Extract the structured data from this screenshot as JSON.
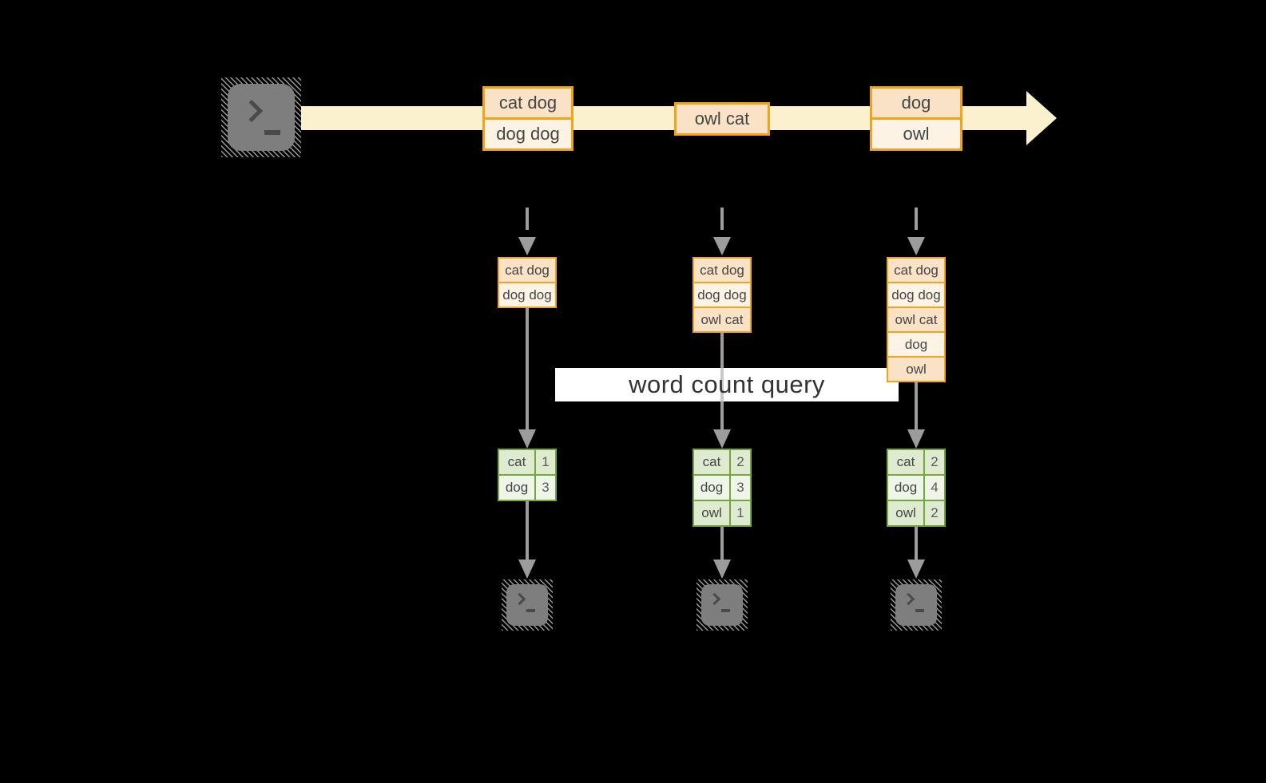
{
  "stream": {
    "source_icon": "terminal-icon",
    "events": [
      {
        "rows": [
          "cat dog",
          "dog dog"
        ]
      },
      {
        "rows": [
          "owl cat"
        ]
      },
      {
        "rows": [
          "dog",
          "owl"
        ]
      }
    ]
  },
  "query": {
    "label": "word count query"
  },
  "columns": [
    {
      "batch": [
        "cat dog",
        "dog dog"
      ],
      "counts": [
        {
          "word": "cat",
          "count": "1"
        },
        {
          "word": "dog",
          "count": "3"
        }
      ]
    },
    {
      "batch": [
        "cat dog",
        "dog dog",
        "owl cat"
      ],
      "counts": [
        {
          "word": "cat",
          "count": "2"
        },
        {
          "word": "dog",
          "count": "3"
        },
        {
          "word": "owl",
          "count": "1"
        }
      ]
    },
    {
      "batch": [
        "cat dog",
        "dog dog",
        "owl cat",
        "dog",
        "owl"
      ],
      "counts": [
        {
          "word": "cat",
          "count": "2"
        },
        {
          "word": "dog",
          "count": "4"
        },
        {
          "word": "owl",
          "count": "2"
        }
      ]
    }
  ],
  "colors": {
    "background": "#000000",
    "stream_band": "#fbf1ce",
    "event_border": "#f0a41c",
    "event_fill_dark": "#f9e2c5",
    "event_fill_light": "#fdf3e5",
    "table_border": "#75a73f",
    "table_fill_dark": "#dfebd1",
    "table_fill_light": "#f0f5ea",
    "arrow_gray": "#9c9c9c",
    "query_band": "#ffffff",
    "text": "#454545"
  }
}
